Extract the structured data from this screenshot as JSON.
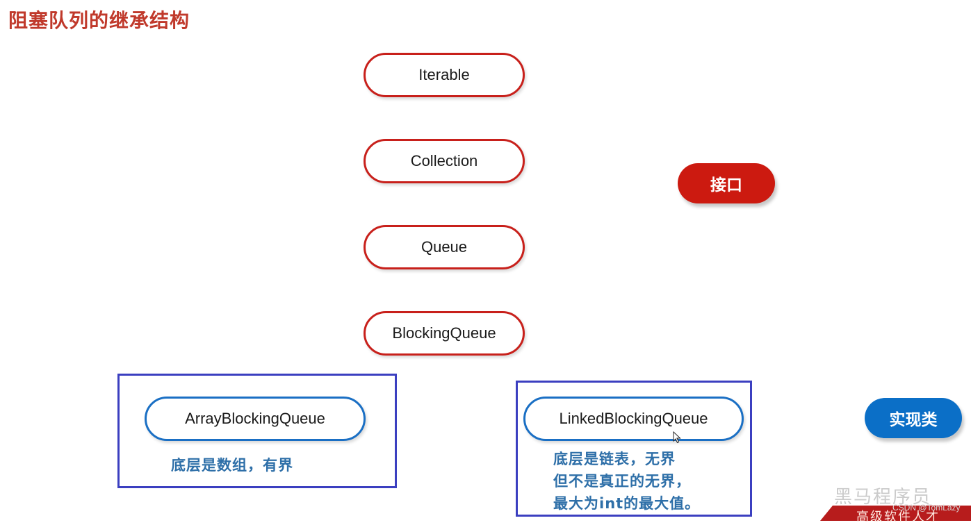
{
  "title": "阻塞队列的继承结构",
  "interfaces": [
    "Iterable",
    "Collection",
    "Queue",
    "BlockingQueue"
  ],
  "implementations": [
    {
      "name": "ArrayBlockingQueue",
      "note_lines": [
        "底层是数组，有界"
      ]
    },
    {
      "name": "LinkedBlockingQueue",
      "note_lines": [
        "底层是链表，无界",
        "但不是真正的无界，",
        "最大为int的最大值。"
      ]
    }
  ],
  "legend": {
    "interface_label": "接口",
    "implementation_label": "实现类"
  },
  "colors": {
    "title": "#c0392b",
    "interface_border": "#c8201b",
    "implementation_border": "#1a6fc4",
    "group_box": "#3b3fc0",
    "note_text": "#2e6fa8",
    "legend_interface": "#cc1a10",
    "legend_implementation": "#0b6fc7"
  },
  "footer": {
    "watermark": "黑马程序员",
    "banner": "高级软件人才",
    "credit": "CSDN @TomLazy"
  }
}
